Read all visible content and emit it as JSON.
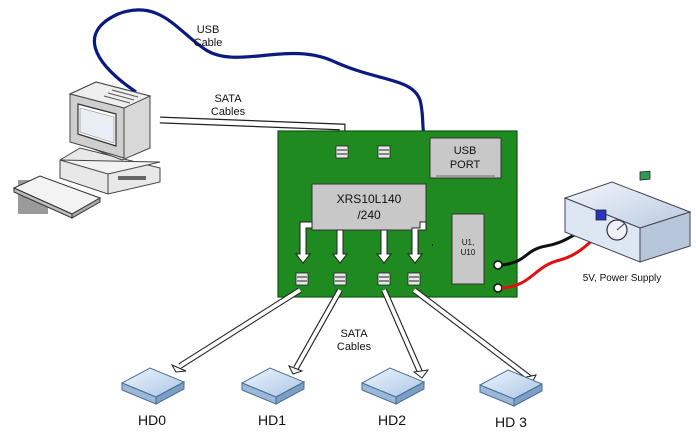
{
  "labels": {
    "usb_cable": [
      "USB",
      "Cable"
    ],
    "sata_top": [
      "SATA",
      "Cables"
    ],
    "usb_port": [
      "USB",
      "PORT"
    ],
    "chip": [
      "XRS10L140",
      "/240"
    ],
    "chip_small": [
      "U1,",
      "U10"
    ],
    "power_supply": "5V, Power Supply",
    "sata_bottom": [
      "SATA",
      "Cables"
    ],
    "drives": [
      "HD0",
      "HD1",
      "HD2",
      "HD 3"
    ]
  },
  "colors": {
    "board": "#1f8a1f",
    "board_edge": "#0d5a0d",
    "usb_cable": "#0b1a80",
    "wire_black": "#111111",
    "wire_red": "#e01010",
    "psu_body": "#dde6f3",
    "drive": "#cfe0f2"
  },
  "icons": [
    "computer-icon",
    "keyboard-icon",
    "power-supply-icon",
    "hard-drive-icon"
  ]
}
